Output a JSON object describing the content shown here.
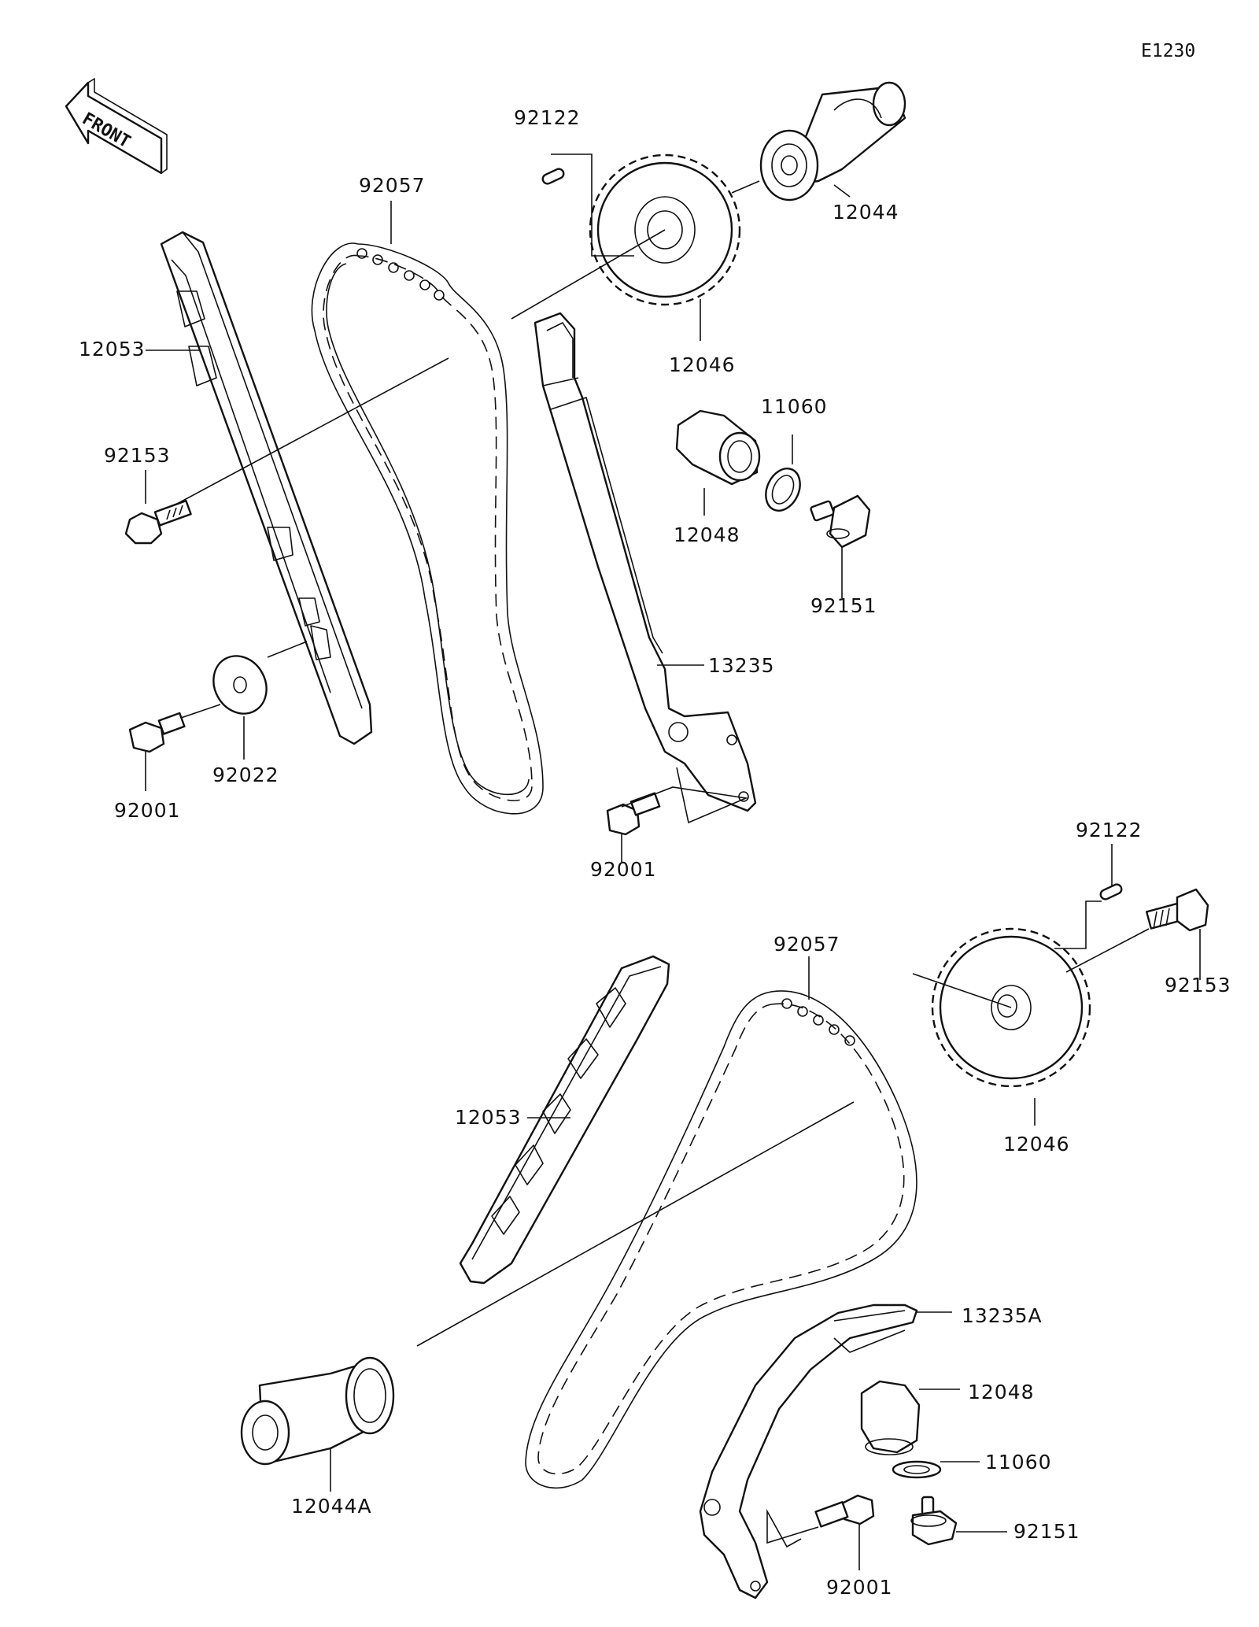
{
  "diagram": {
    "code": "E1230",
    "front_label": "FRONT",
    "callouts": {
      "top": {
        "p92122": "92122",
        "p92057": "92057",
        "p12044": "12044",
        "p12046": "12046",
        "p12053": "12053",
        "p92153": "92153",
        "p11060": "11060",
        "p12048": "12048",
        "p92151": "92151",
        "p13235": "13235",
        "p92022": "92022",
        "p92001a": "92001",
        "p92001b": "92001"
      },
      "bottom": {
        "p92122": "92122",
        "p92057": "92057",
        "p92153": "92153",
        "p12046": "12046",
        "p12053": "12053",
        "p13235A": "13235A",
        "p12048": "12048",
        "p11060": "11060",
        "p92151": "92151",
        "p12044A": "12044A",
        "p92001": "92001"
      }
    }
  }
}
